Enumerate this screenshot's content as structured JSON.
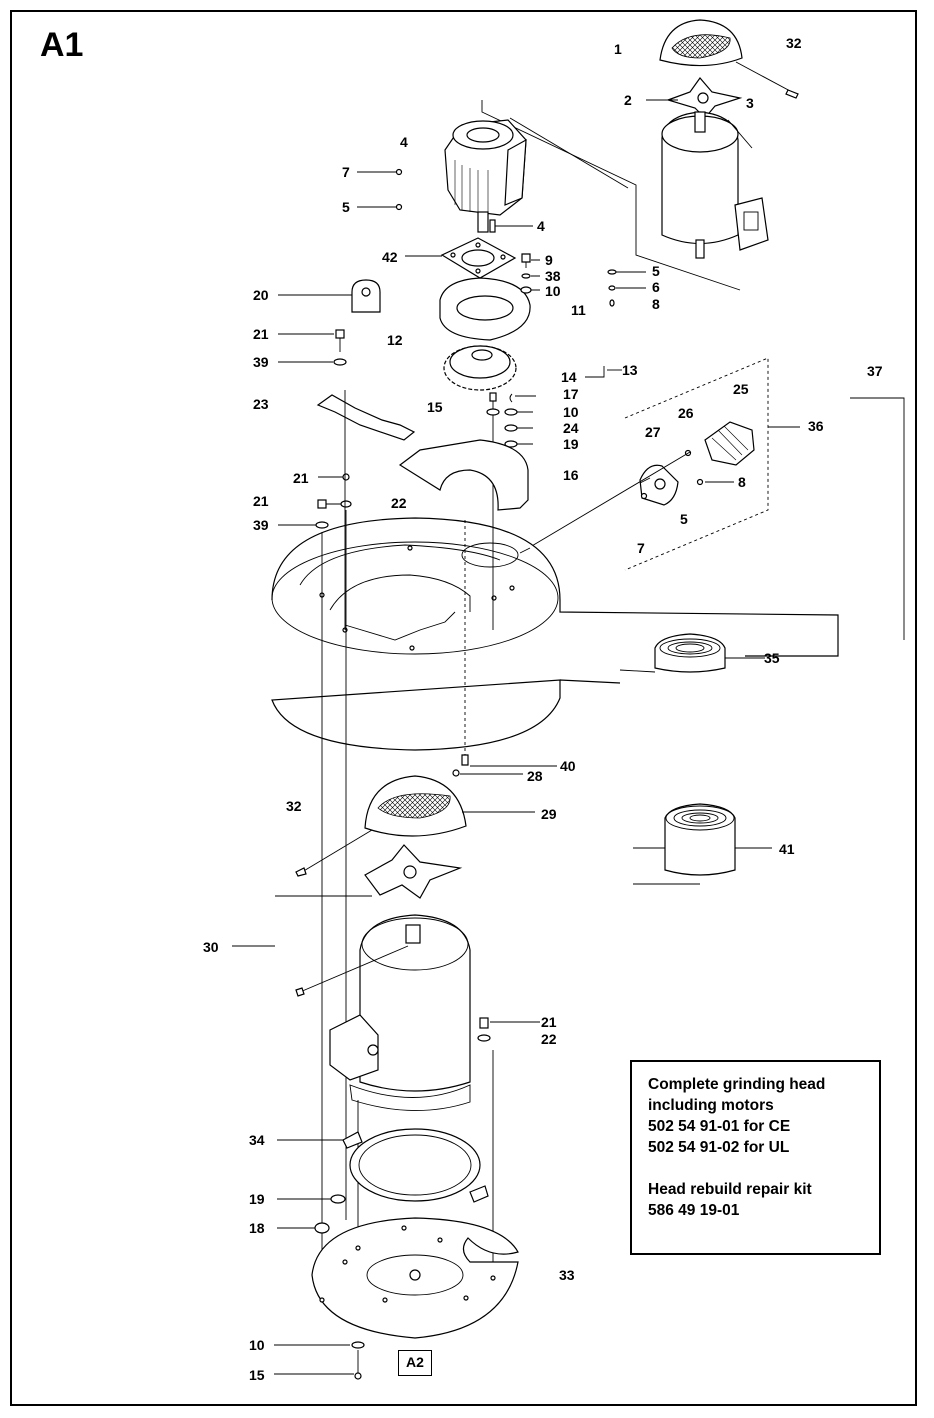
{
  "page_title": "A1",
  "page_ref": "A2",
  "info_box": {
    "lines": [
      "Complete grinding head",
      "including motors",
      "502 54 91-01 for CE",
      "502 54 91-02 for UL",
      "",
      "Head rebuild repair kit",
      "586 49 19-01"
    ]
  },
  "callouts": [
    {
      "id": "c1",
      "text": "1"
    },
    {
      "id": "c32a",
      "text": "32"
    },
    {
      "id": "c2",
      "text": "2"
    },
    {
      "id": "c3",
      "text": "3"
    },
    {
      "id": "c4a",
      "text": "4"
    },
    {
      "id": "c7a",
      "text": "7"
    },
    {
      "id": "c5a",
      "text": "5"
    },
    {
      "id": "c4b",
      "text": "4"
    },
    {
      "id": "c42",
      "text": "42"
    },
    {
      "id": "c9",
      "text": "9"
    },
    {
      "id": "c38",
      "text": "38"
    },
    {
      "id": "c5b",
      "text": "5"
    },
    {
      "id": "c6",
      "text": "6"
    },
    {
      "id": "c8a",
      "text": "8"
    },
    {
      "id": "c10a",
      "text": "10"
    },
    {
      "id": "c11",
      "text": "11"
    },
    {
      "id": "c20",
      "text": "20"
    },
    {
      "id": "c21a",
      "text": "21"
    },
    {
      "id": "c12",
      "text": "12"
    },
    {
      "id": "c39a",
      "text": "39"
    },
    {
      "id": "c14",
      "text": "14"
    },
    {
      "id": "c13",
      "text": "13"
    },
    {
      "id": "c37",
      "text": "37"
    },
    {
      "id": "c17",
      "text": "17"
    },
    {
      "id": "c25",
      "text": "25"
    },
    {
      "id": "c23",
      "text": "23"
    },
    {
      "id": "c15a",
      "text": "15"
    },
    {
      "id": "c10b",
      "text": "10"
    },
    {
      "id": "c26",
      "text": "26"
    },
    {
      "id": "c24",
      "text": "24"
    },
    {
      "id": "c36",
      "text": "36"
    },
    {
      "id": "c27",
      "text": "27"
    },
    {
      "id": "c19a",
      "text": "19"
    },
    {
      "id": "c16",
      "text": "16"
    },
    {
      "id": "c21b",
      "text": "21"
    },
    {
      "id": "c8b",
      "text": "8"
    },
    {
      "id": "c21c",
      "text": "21"
    },
    {
      "id": "c22a",
      "text": "22"
    },
    {
      "id": "c5c",
      "text": "5"
    },
    {
      "id": "c39b",
      "text": "39"
    },
    {
      "id": "c7b",
      "text": "7"
    },
    {
      "id": "c35",
      "text": "35"
    },
    {
      "id": "c40",
      "text": "40"
    },
    {
      "id": "c28",
      "text": "28"
    },
    {
      "id": "c32b",
      "text": "32"
    },
    {
      "id": "c29",
      "text": "29"
    },
    {
      "id": "c41",
      "text": "41"
    },
    {
      "id": "c30",
      "text": "30"
    },
    {
      "id": "c21d",
      "text": "21"
    },
    {
      "id": "c22b",
      "text": "22"
    },
    {
      "id": "c34",
      "text": "34"
    },
    {
      "id": "c19b",
      "text": "19"
    },
    {
      "id": "c18",
      "text": "18"
    },
    {
      "id": "c33",
      "text": "33"
    },
    {
      "id": "c10c",
      "text": "10"
    },
    {
      "id": "c15b",
      "text": "15"
    }
  ]
}
